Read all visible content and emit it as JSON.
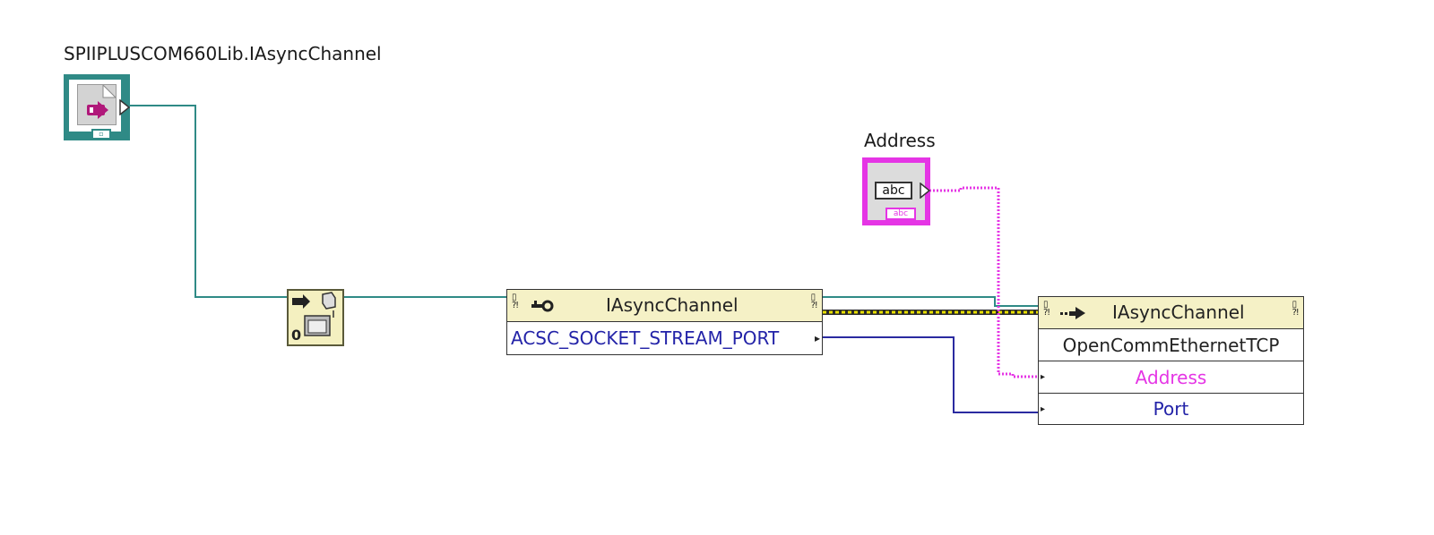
{
  "refnum_constant": {
    "label": "SPIIPLUSCOM660Lib.IAsyncChannel",
    "icon": "activex-refnum-icon"
  },
  "string_control": {
    "label": "Address",
    "box_text": "abc",
    "terminal_text": "abc"
  },
  "to_more_generic": {
    "icon": "to-more-generic-class-icon",
    "digit": "0"
  },
  "property_node": {
    "class_name": "IAsyncChannel",
    "property": "ACSC_SOCKET_STREAM_PORT"
  },
  "invoke_node": {
    "class_name": "IAsyncChannel",
    "method": "OpenCommEthernetTCP",
    "params": [
      "Address",
      "Port"
    ]
  },
  "colors": {
    "refnum_wire": "#2f8a86",
    "string_wire": "#e535e5",
    "int_wire": "#2a2aa0",
    "error_wire": "#d8d000"
  }
}
